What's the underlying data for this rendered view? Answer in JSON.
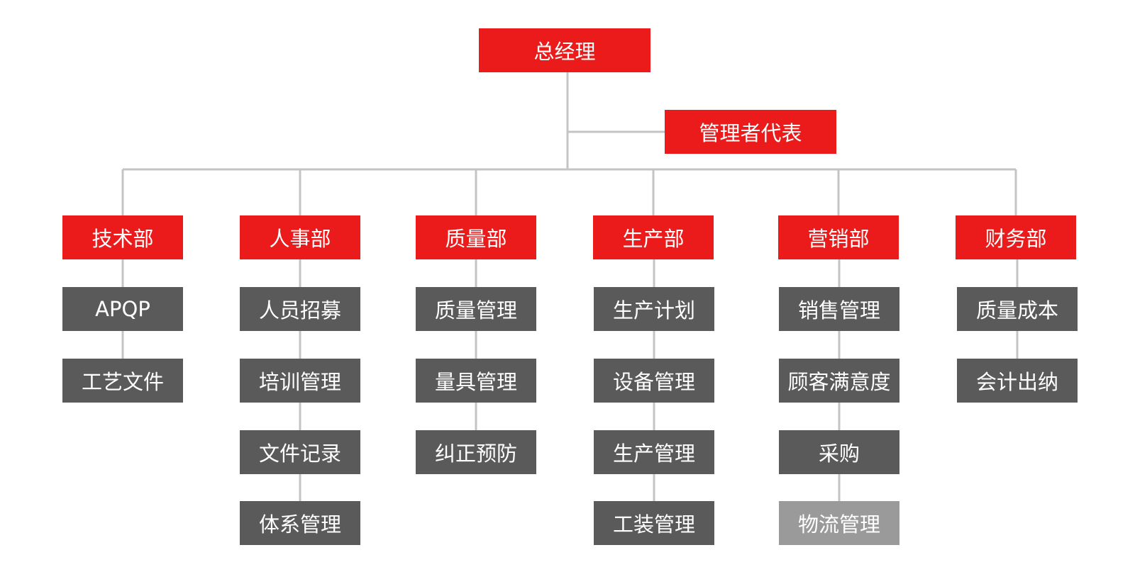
{
  "colors": {
    "head": "#ec1b1b",
    "item": "#5a5a5a",
    "item_muted": "#9a9a9a",
    "connector": "#c4c4c4"
  },
  "top": {
    "label": "总经理"
  },
  "rep": {
    "label": "管理者代表"
  },
  "departments": [
    {
      "name": "技术部",
      "items": [
        {
          "label": "APQP"
        },
        {
          "label": "工艺文件"
        }
      ]
    },
    {
      "name": "人事部",
      "items": [
        {
          "label": "人员招募"
        },
        {
          "label": "培训管理"
        },
        {
          "label": "文件记录"
        },
        {
          "label": "体系管理"
        }
      ]
    },
    {
      "name": "质量部",
      "items": [
        {
          "label": "质量管理"
        },
        {
          "label": "量具管理"
        },
        {
          "label": "纠正预防"
        }
      ]
    },
    {
      "name": "生产部",
      "items": [
        {
          "label": "生产计划"
        },
        {
          "label": "设备管理"
        },
        {
          "label": "生产管理"
        },
        {
          "label": "工装管理"
        }
      ]
    },
    {
      "name": "营销部",
      "items": [
        {
          "label": "销售管理"
        },
        {
          "label": "顾客满意度"
        },
        {
          "label": "采购"
        },
        {
          "label": "物流管理",
          "muted": true
        }
      ]
    },
    {
      "name": "财务部",
      "items": [
        {
          "label": "质量成本"
        },
        {
          "label": "会计出纳"
        }
      ]
    }
  ]
}
